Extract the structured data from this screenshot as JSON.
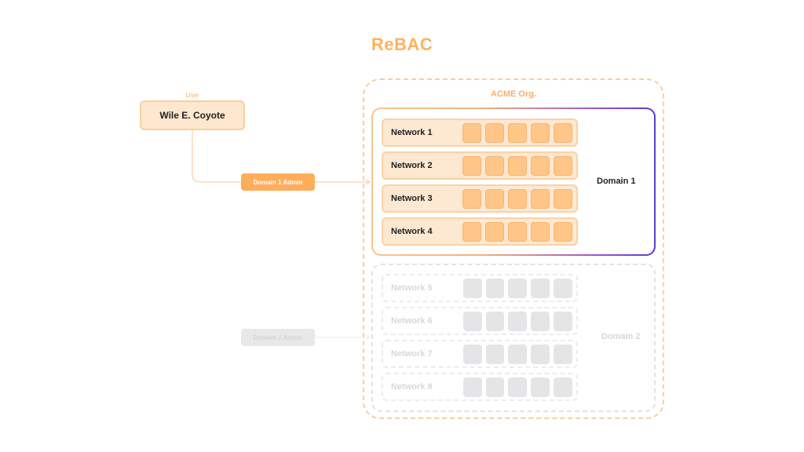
{
  "title": "ReBAC",
  "user": {
    "label": "User",
    "name": "Wile E. Coyote"
  },
  "roles": [
    {
      "label": "Domain 1 Admin",
      "state": "active"
    },
    {
      "label": "Domain 2 Admin",
      "state": "inactive"
    }
  ],
  "org": {
    "label": "ACME Org."
  },
  "domains": [
    {
      "label": "Domain 1",
      "state": "active",
      "networks": [
        "Network 1",
        "Network 2",
        "Network 3",
        "Network 4"
      ]
    },
    {
      "label": "Domain 2",
      "state": "inactive",
      "networks": [
        "Network 5",
        "Network 6",
        "Network 7",
        "Network 8"
      ]
    }
  ],
  "colors": {
    "accent": "#ffad5a",
    "domain_gradient_end": "#5b3ad0",
    "inactive": "#e5e5e8"
  }
}
